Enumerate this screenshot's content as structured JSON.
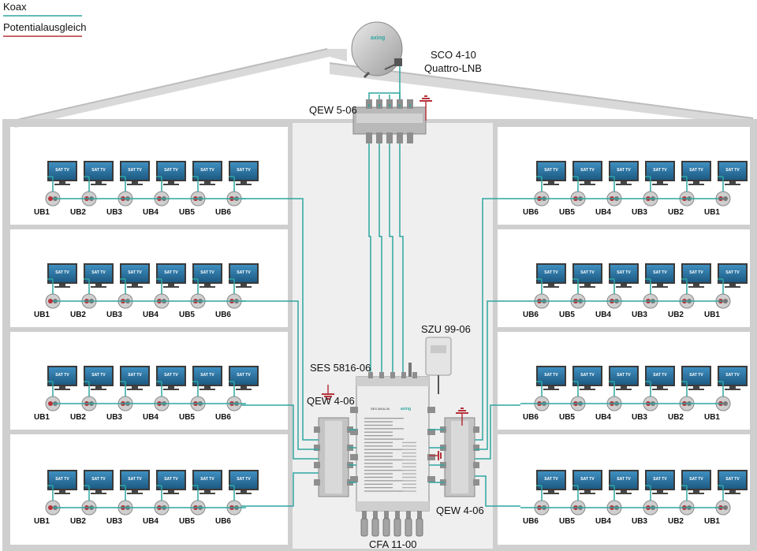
{
  "legend": {
    "koax": {
      "label": "Koax",
      "color": "#2fa6a0"
    },
    "potential": {
      "label": "Potentialausgleich",
      "color": "#b5323a"
    }
  },
  "components": {
    "lnb": {
      "name": "SCO 4-10",
      "type": "Quattro-LNB",
      "brand": "axing"
    },
    "qew5": "QEW 5-06",
    "switch": "SES 5816-06",
    "psu": "SZU 99-06",
    "qew4_left": "QEW 4-06",
    "qew4_right": "QEW 4-06",
    "terminator": "CFA 11-00"
  },
  "tv_label": "SAT TV",
  "left_outlets": [
    "UB1",
    "UB2",
    "UB3",
    "UB4",
    "UB5",
    "UB6"
  ],
  "right_outlets": [
    "UB6",
    "UB5",
    "UB4",
    "UB3",
    "UB2",
    "UB1"
  ],
  "floors": 4,
  "colors": {
    "coax": "#2fa6a0",
    "ground": "#b5323a",
    "house": "#c8c8c8",
    "screen": "#2a6e9a"
  }
}
